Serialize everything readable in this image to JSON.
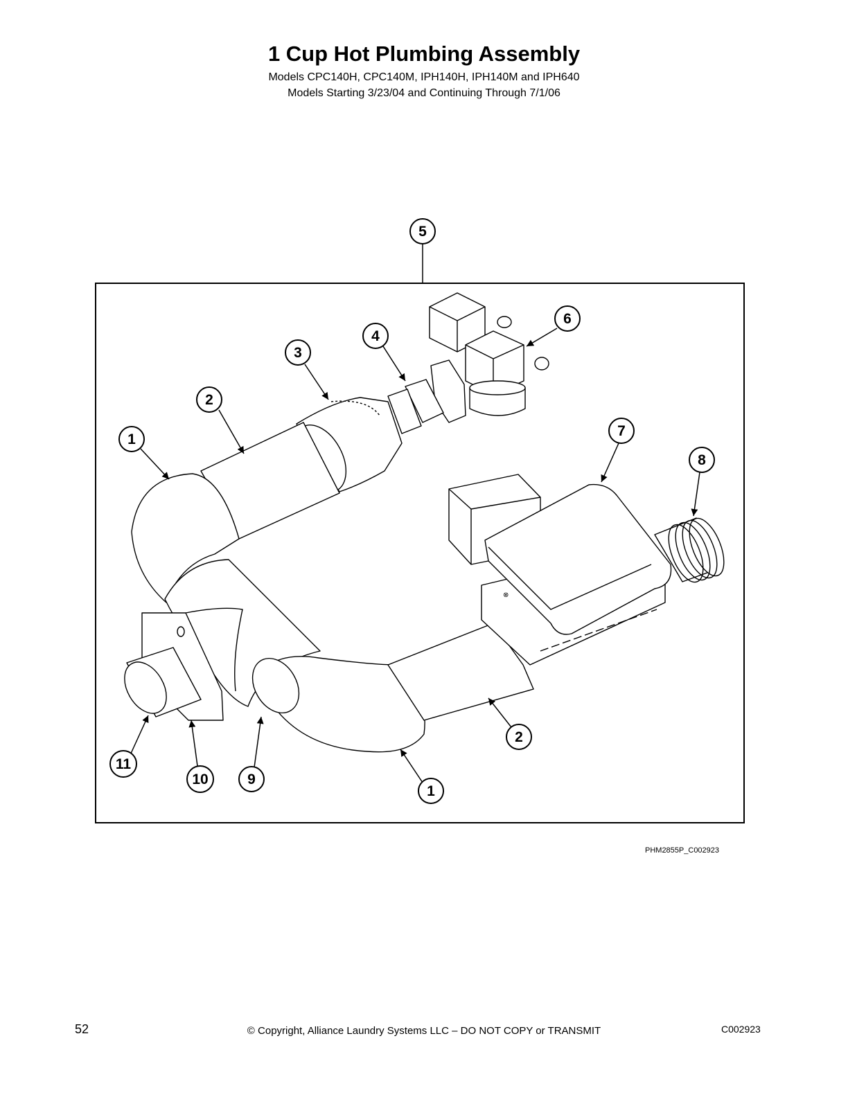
{
  "header": {
    "title": "1 Cup Hot Plumbing Assembly",
    "subtitle_line1": "Models CPC140H, CPC140M, IPH140H, IPH140M and IPH640",
    "subtitle_line2": "Models Starting 3/23/04 and Continuing Through 7/1/06"
  },
  "figure": {
    "id": "PHM2855P_C002923",
    "callouts": [
      "5",
      "6",
      "4",
      "3",
      "2",
      "1",
      "7",
      "8",
      "2",
      "1",
      "9",
      "10",
      "11"
    ]
  },
  "footer": {
    "page_number": "52",
    "copyright": "© Copyright, Alliance Laundry Systems LLC – DO NOT COPY or TRANSMIT",
    "doc_code": "C002923"
  }
}
